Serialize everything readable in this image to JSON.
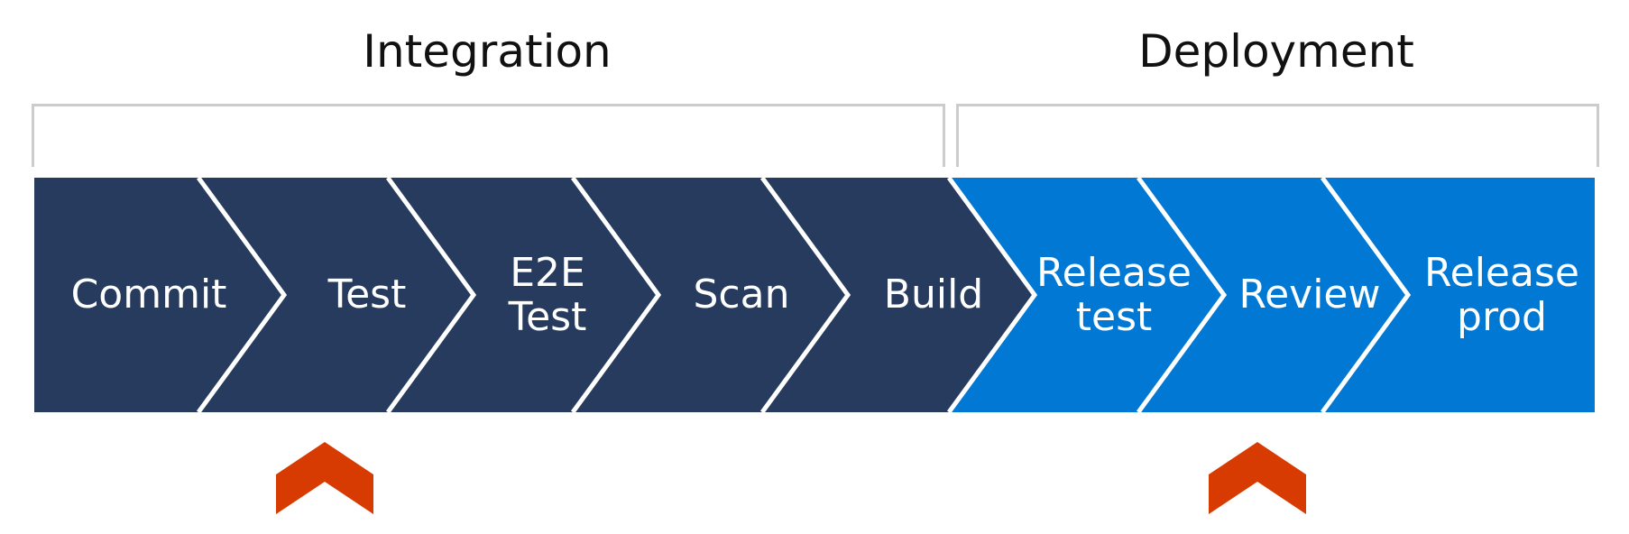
{
  "groups": [
    {
      "title": "Integration"
    },
    {
      "title": "Deployment"
    }
  ],
  "stages": [
    {
      "lines": [
        "Commit"
      ],
      "group": "Integration"
    },
    {
      "lines": [
        "Test"
      ],
      "group": "Integration"
    },
    {
      "lines": [
        "E2E",
        "Test"
      ],
      "group": "Integration"
    },
    {
      "lines": [
        "Scan"
      ],
      "group": "Integration"
    },
    {
      "lines": [
        "Build"
      ],
      "group": "Integration"
    },
    {
      "lines": [
        "Release",
        "test"
      ],
      "group": "Deployment"
    },
    {
      "lines": [
        "Review"
      ],
      "group": "Deployment"
    },
    {
      "lines": [
        "Release",
        "prod"
      ],
      "group": "Deployment"
    }
  ],
  "markers": [
    {
      "points_to_stage": "Test",
      "icon": "chevron-up-icon"
    },
    {
      "points_to_stage": "Review",
      "icon": "chevron-up-icon"
    }
  ],
  "colors": {
    "integration": "#263b5e",
    "deployment": "#0078d4",
    "separator": "#ffffff",
    "bracket": "#cccccc",
    "marker": "#d83b01",
    "title_text": "#111111",
    "stage_text": "#ffffff"
  }
}
